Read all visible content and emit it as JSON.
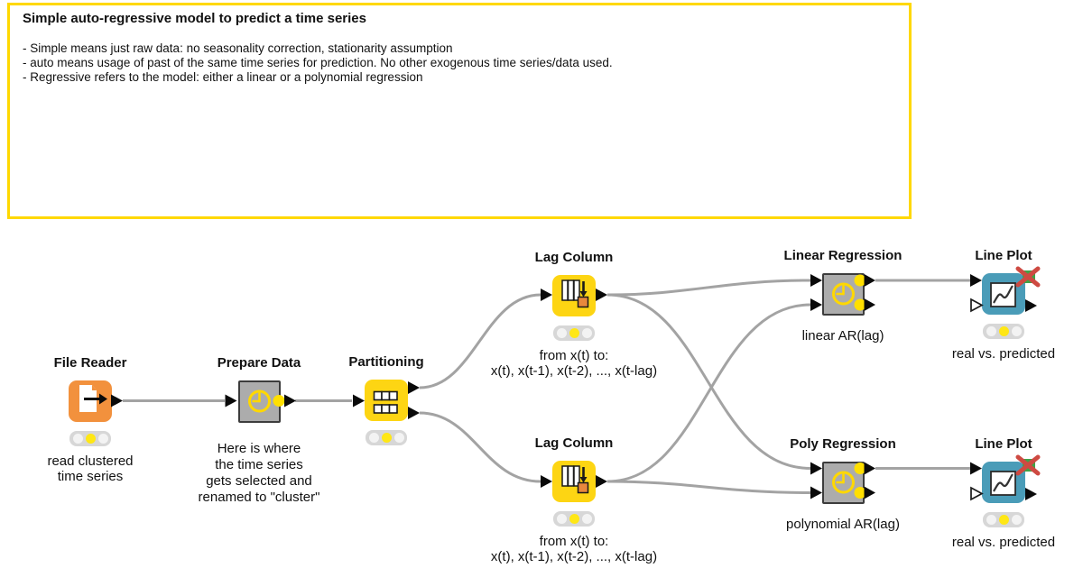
{
  "annotation": {
    "title": "Simple auto-regressive model to predict a time series",
    "body": "- Simple means just raw data: no seasonality correction, stationarity assumption\n- auto means usage of past of the same time series for prediction. No other exogenous time series/data used.\n- Regressive refers to the model: either a linear or a polynomial regression",
    "border_color": "#FFD800"
  },
  "nodes": [
    {
      "label": "File Reader",
      "caption": "read clustered\ntime series",
      "state": "configured"
    },
    {
      "label": "Prepare Data",
      "caption": "Here is where\nthe time series\ngets selected and\nrenamed to \"cluster\"",
      "state": "component"
    },
    {
      "label": "Partitioning",
      "caption": "",
      "state": "configured"
    },
    {
      "label": "Lag Column",
      "caption": "from x(t) to:\nx(t), x(t-1), x(t-2), ..., x(t-lag)",
      "state": "configured"
    },
    {
      "label": "Lag Column",
      "caption": "from x(t) to:\nx(t), x(t-1), x(t-2), ..., x(t-lag)",
      "state": "configured"
    },
    {
      "label": "Linear Regression",
      "caption": "linear AR(lag)",
      "state": "component"
    },
    {
      "label": "Poly Regression",
      "caption": "polynomial AR(lag)",
      "state": "component"
    },
    {
      "label": "Line Plot",
      "caption": "real vs. predicted",
      "state": "configured, view error"
    },
    {
      "label": "Line Plot",
      "caption": "real vs. predicted",
      "state": "configured, view error"
    }
  ],
  "colors": {
    "annotation_border": "#FFD800",
    "node_yellow": "#FDD513",
    "node_orange": "#F2913D",
    "node_blue": "#4A9CB8",
    "component_gray": "#ACACAC",
    "component_border": "#3C3C3C",
    "clock_yellow": "#FFD800",
    "connection_gray": "#A3A3A3",
    "port_black": "#0A0A0A",
    "port_yellow": "#FFDF00",
    "traffic_on_yellow": "#FFE715",
    "decorator_red": "#CE4A42",
    "decorator_green": "#3FA347"
  }
}
